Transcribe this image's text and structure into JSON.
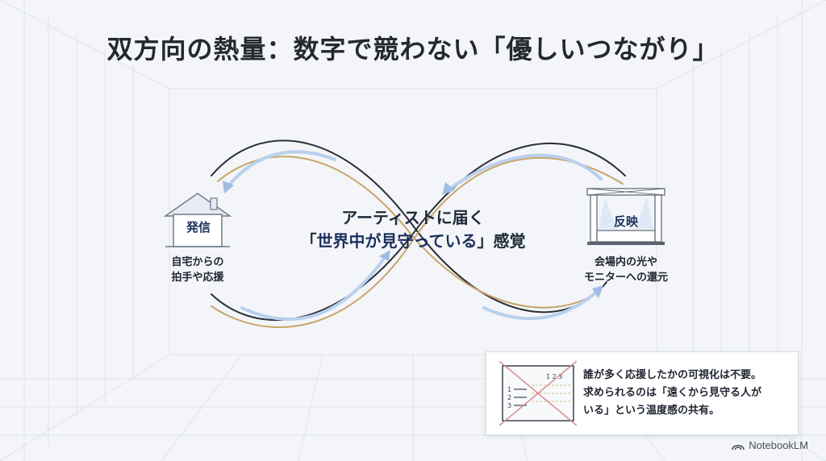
{
  "title": "双方向の熱量：数字で競わない「優しいつながり」",
  "center": {
    "line1": "アーティストに届く",
    "line2_open": "「",
    "line2_main": "世界中が見守っている",
    "line2_close": "」感覚"
  },
  "left_node": {
    "label": "発信",
    "caption_line1": "自宅からの",
    "caption_line2": "拍手や応援",
    "icon": "house-icon"
  },
  "right_node": {
    "label": "反映",
    "caption_line1": "会場内の光や",
    "caption_line2": "モニターへの還元",
    "icon": "stage-icon"
  },
  "note": {
    "icon": "crossed-ranking-board-icon",
    "board_header": "1 2 3",
    "row1": "1",
    "row2": "2",
    "row3": "3",
    "line1": "誰が多く応援したかの可視化は不要。",
    "line2": "求められるのは「遠くから見守る人が",
    "line3": "いる」という温度感の共有。"
  },
  "brand": {
    "name": "NotebookLM",
    "icon": "notebooklm-logo-icon"
  },
  "colors": {
    "navy": "#1c2f5c",
    "gold": "#c8a56a",
    "dark_line": "#2a2e36",
    "blue_arrow": "#9fbde4",
    "cross": "#d98b8b"
  }
}
